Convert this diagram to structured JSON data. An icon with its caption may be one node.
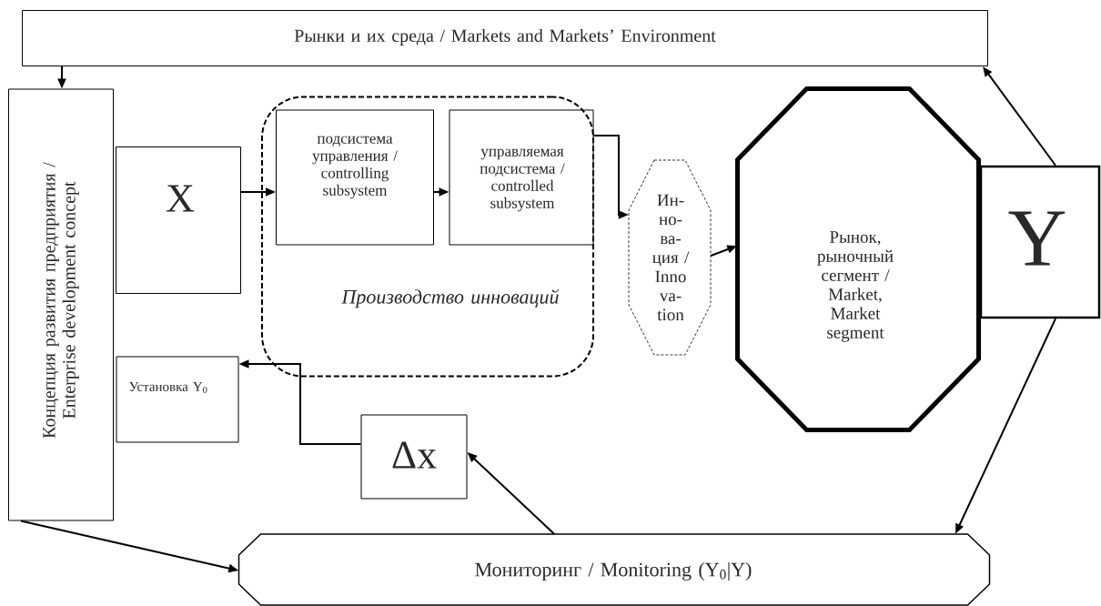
{
  "diagram": {
    "nodes": [
      {
        "text": [
          "Рынки и их среда / Markets and Markets’ Environment"
        ]
      },
      {
        "text": [
          "Концепция развития предприятия / Enterprise development concept"
        ]
      },
      {
        "text": [
          "X"
        ]
      },
      {
        "text": [
          "Производство инноваций"
        ]
      },
      {
        "text": [
          "подсистема управления / controlling subsystem"
        ],
        "in": 3
      },
      {
        "text": [
          "управляемая подсистема / controlled subsystem"
        ],
        "in": 3
      },
      {
        "text": [
          "Ин- но- ва- ция / Inno va- tion"
        ]
      },
      {
        "text": [
          "Рынок, рыночный сегмент / Market, Market segment"
        ]
      },
      {
        "text": [
          "Y"
        ]
      },
      {
        "text": [
          "Установка Y$_{0}$"
        ]
      },
      {
        "text": [
          "Δx"
        ]
      },
      {
        "text": [
          "Мониторинг / Monitoring (Y$_{0}$|Y)"
        ]
      }
    ],
    "edges": [
      {
        "from": 0,
        "to": 1,
        "arrow": "to"
      },
      {
        "from": 2,
        "to": 4,
        "arrow": "to"
      },
      {
        "from": 4,
        "to": 5,
        "arrow": "to"
      },
      {
        "from": 5,
        "to": 6,
        "arrow": "to"
      },
      {
        "from": 6,
        "to": 7,
        "arrow": "to"
      },
      {
        "from": 8,
        "to": 0,
        "arrow": "to"
      },
      {
        "from": 8,
        "to": 11,
        "arrow": "to"
      },
      {
        "from": 10,
        "to": 9,
        "arrow": "to"
      },
      {
        "from": 11,
        "to": 10,
        "arrow": "to"
      },
      {
        "from": 1,
        "to": 11,
        "arrow": "to"
      }
    ]
  }
}
